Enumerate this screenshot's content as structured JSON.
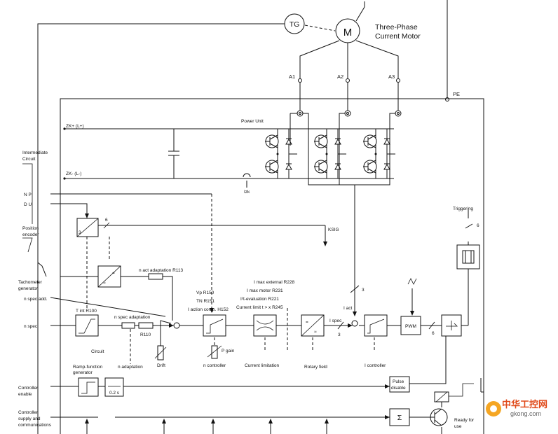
{
  "motor": {
    "label": "M",
    "title_line1": "Three-Phase",
    "title_line2": "Current Motor"
  },
  "tacho": {
    "label": "TG"
  },
  "phases": [
    "A1",
    "A2",
    "A3"
  ],
  "pe": "PE",
  "power_unit": "Power Unit",
  "dc_link": {
    "plus": "ZK+ (L+)",
    "minus": "ZK- (L-)",
    "current": "Izk"
  },
  "left_labels": {
    "intermediate": [
      "Intermediate",
      "Circuit"
    ],
    "np": "N P",
    "du": "D U",
    "position": [
      "Position",
      "encoder"
    ],
    "tachogen": [
      "Tachometer",
      "generator"
    ],
    "nspec_add": "n spec add.",
    "nspec": "n spec",
    "controller_enable": [
      "Controller",
      "enable"
    ],
    "controller_supply": [
      "Controller",
      "supply and",
      "communications"
    ]
  },
  "blocks": {
    "encoder_ratio": "3",
    "encoder_bits": "6",
    "ksig": "KSIG",
    "nact_adaptation": "n act adaptation R113",
    "tint": "T int R100",
    "nspec_adaptation": "n spec adaptation",
    "r110": "R110",
    "circuit": "Circuit",
    "ramp_gen": [
      "Ramp-function",
      "generator"
    ],
    "n_adaptation": "n adaptation",
    "drift": "Drift",
    "n_controller_params": [
      "Vp R150",
      "TN R151",
      "I action comp. H152"
    ],
    "p_gain": "P gain",
    "n_controller": "n controller",
    "current_limit_params": [
      "I max external R228",
      "I max motor R231",
      "I²t-evaluation R221",
      "Current limit t > x R245"
    ],
    "current_limitation": "Current limitation",
    "rotary_field": "Rotary field",
    "i_controller": "I controller",
    "ispec": "I spec",
    "iact": "I act",
    "three_top": "3",
    "three_bot": "3",
    "pwm": "PWM",
    "six_pwm": "6",
    "six_trig": "6",
    "triggering": "Triggering",
    "pulse_disable": [
      "Pulse",
      "disable"
    ],
    "delay": "0.2 s",
    "sum": "Σ",
    "ready": [
      "Ready for",
      "use"
    ]
  },
  "watermark": {
    "cn": "中华工控网",
    "url": "gkong.com"
  }
}
